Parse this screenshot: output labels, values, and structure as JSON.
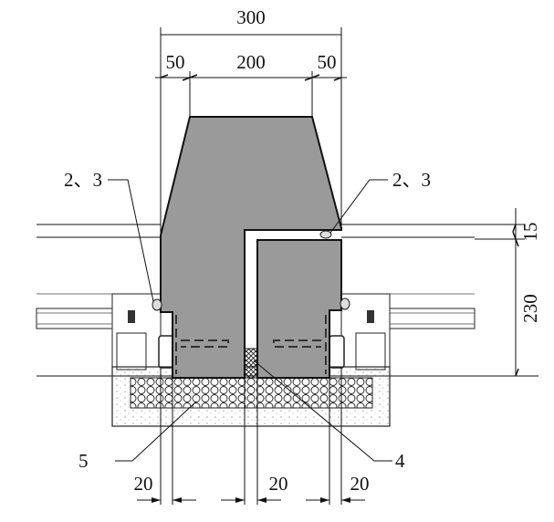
{
  "dimensions": {
    "overall_width": "300",
    "left_offset": "50",
    "center_width": "200",
    "right_offset": "50",
    "top_height": "15",
    "side_height": "230",
    "bottom_left_gap": "20",
    "bottom_center_gap": "20",
    "bottom_right_gap": "20"
  },
  "callouts": {
    "left_seal": "2、3",
    "right_seal": "2、3",
    "insulation": "5",
    "joint_filler": "4"
  },
  "colors": {
    "concrete_block": "#9a9a9a",
    "outline": "#111111"
  }
}
